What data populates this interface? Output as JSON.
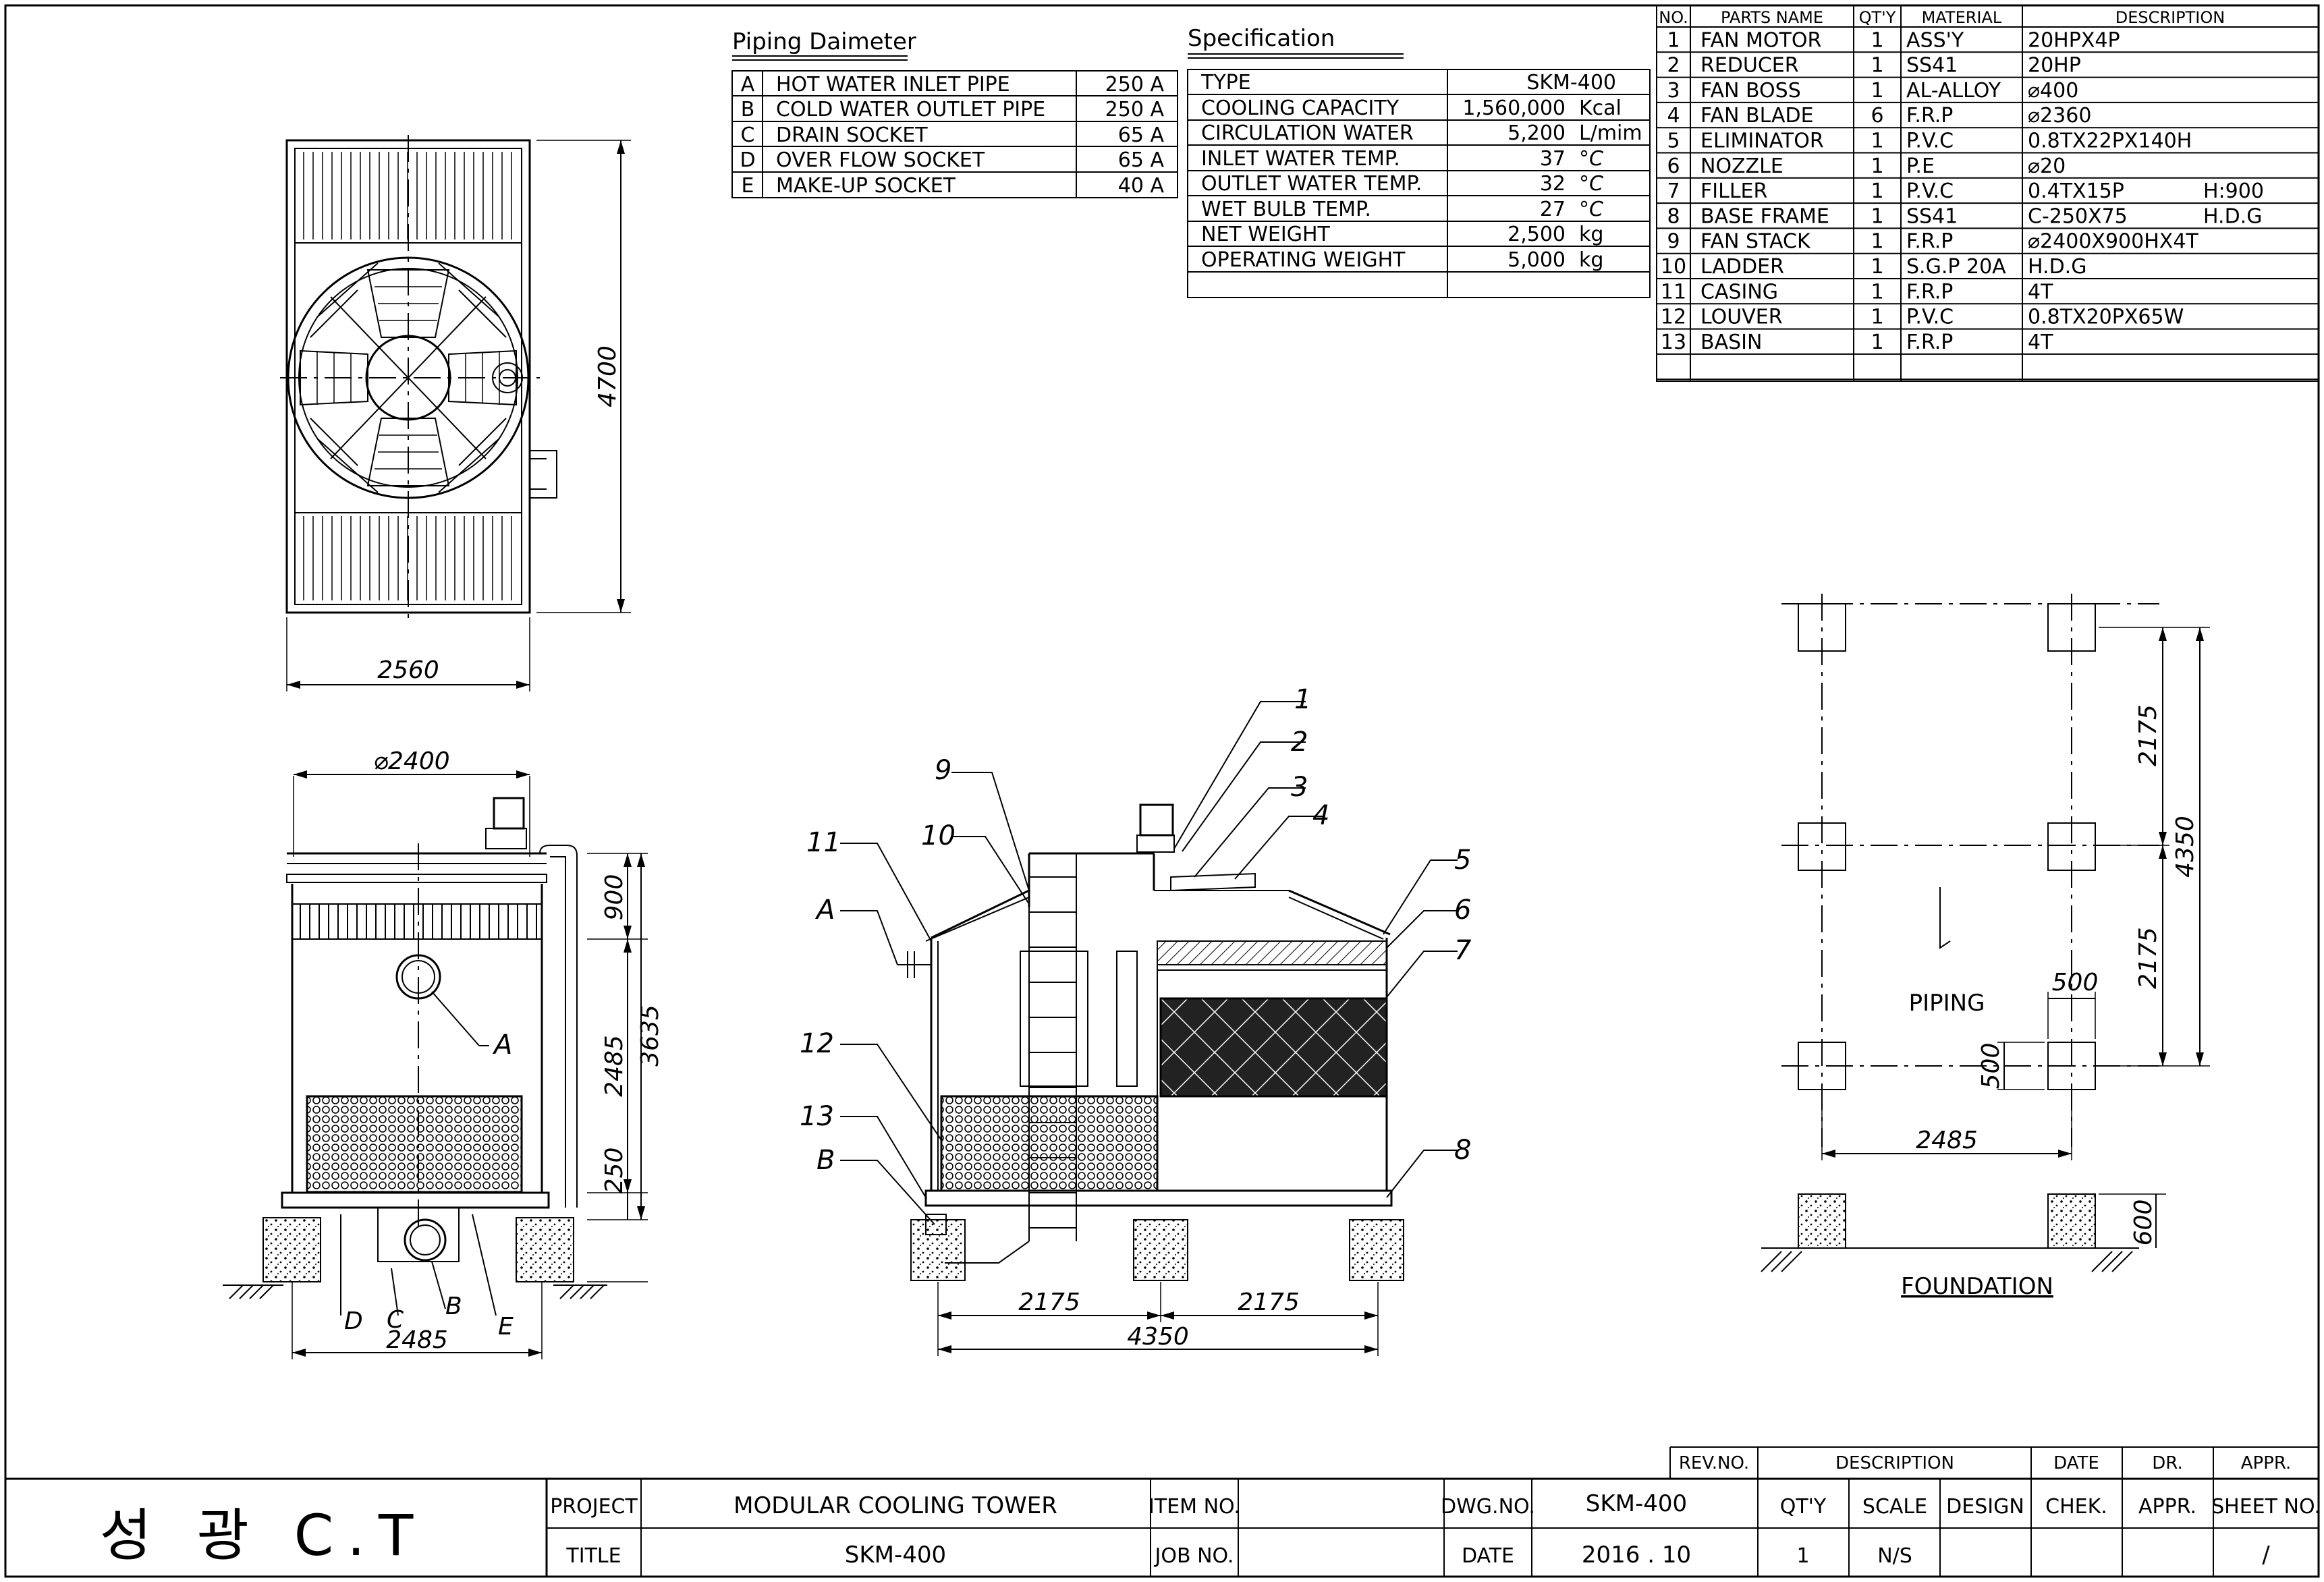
{
  "piping": {
    "title": "Piping Daimeter",
    "rows": [
      {
        "code": "A",
        "name": "HOT WATER INLET PIPE",
        "size": "250 A"
      },
      {
        "code": "B",
        "name": "COLD WATER OUTLET PIPE",
        "size": "250 A"
      },
      {
        "code": "C",
        "name": "DRAIN SOCKET",
        "size": "65 A"
      },
      {
        "code": "D",
        "name": "OVER FLOW SOCKET",
        "size": "65 A"
      },
      {
        "code": "E",
        "name": "MAKE-UP SOCKET",
        "size": "40 A"
      }
    ]
  },
  "spec": {
    "title": "Specification",
    "rows": [
      {
        "label": "TYPE",
        "value": "SKM-400",
        "unit": ""
      },
      {
        "label": "COOLING CAPACITY",
        "value": "1,560,000",
        "unit": "Kcal"
      },
      {
        "label": "CIRCULATION WATER",
        "value": "5,200",
        "unit": "L/mim"
      },
      {
        "label": "INLET WATER TEMP.",
        "value": "37",
        "unit": "°C"
      },
      {
        "label": "OUTLET WATER TEMP.",
        "value": "32",
        "unit": "°C"
      },
      {
        "label": "WET BULB TEMP.",
        "value": "27",
        "unit": "°C"
      },
      {
        "label": "NET WEIGHT",
        "value": "2,500",
        "unit": "kg"
      },
      {
        "label": "OPERATING WEIGHT",
        "value": "5,000",
        "unit": "kg"
      },
      {
        "label": "",
        "value": "",
        "unit": ""
      }
    ]
  },
  "parts": {
    "headers": [
      "NO.",
      "PARTS NAME",
      "QT'Y",
      "MATERIAL",
      "DESCRIPTION"
    ],
    "rows": [
      {
        "no": "1",
        "name": "FAN MOTOR",
        "qty": "1",
        "material": "ASS'Y",
        "desc": "20HPX4P",
        "desc2": ""
      },
      {
        "no": "2",
        "name": "REDUCER",
        "qty": "1",
        "material": "SS41",
        "desc": "20HP",
        "desc2": ""
      },
      {
        "no": "3",
        "name": "FAN BOSS",
        "qty": "1",
        "material": "AL-ALLOY",
        "desc": "⌀400",
        "desc2": ""
      },
      {
        "no": "4",
        "name": "FAN BLADE",
        "qty": "6",
        "material": "F.R.P",
        "desc": "⌀2360",
        "desc2": ""
      },
      {
        "no": "5",
        "name": "ELIMINATOR",
        "qty": "1",
        "material": "P.V.C",
        "desc": "0.8TX22PX140H",
        "desc2": ""
      },
      {
        "no": "6",
        "name": "NOZZLE",
        "qty": "1",
        "material": "P.E",
        "desc": "⌀20",
        "desc2": ""
      },
      {
        "no": "7",
        "name": "FILLER",
        "qty": "1",
        "material": "P.V.C",
        "desc": "0.4TX15P",
        "desc2": "H:900"
      },
      {
        "no": "8",
        "name": "BASE FRAME",
        "qty": "1",
        "material": "SS41",
        "desc": "C-250X75",
        "desc2": "H.D.G"
      },
      {
        "no": "9",
        "name": "FAN STACK",
        "qty": "1",
        "material": "F.R.P",
        "desc": "⌀2400X900HX4T",
        "desc2": ""
      },
      {
        "no": "10",
        "name": "LADDER",
        "qty": "1",
        "material": "S.G.P 20A",
        "desc": "H.D.G",
        "desc2": ""
      },
      {
        "no": "11",
        "name": "CASING",
        "qty": "1",
        "material": "F.R.P",
        "desc": "4T",
        "desc2": ""
      },
      {
        "no": "12",
        "name": "LOUVER",
        "qty": "1",
        "material": "P.V.C",
        "desc": "0.8TX20PX65W",
        "desc2": ""
      },
      {
        "no": "13",
        "name": "BASIN",
        "qty": "1",
        "material": "F.R.P",
        "desc": "4T",
        "desc2": ""
      }
    ]
  },
  "dims": {
    "top_width": "2560",
    "top_height": "4700",
    "front_dia": "⌀2400",
    "front_900": "900",
    "front_2485v": "2485",
    "front_250": "250",
    "front_3635": "3635",
    "front_2485h": "2485",
    "side_2175a": "2175",
    "side_2175b": "2175",
    "side_4350": "4350",
    "fnd_2175a": "2175",
    "fnd_2175b": "2175",
    "fnd_4350": "4350",
    "fnd_500a": "500",
    "fnd_500b": "500",
    "fnd_2485": "2485",
    "fnd_600": "600"
  },
  "labels": {
    "A": "A",
    "B": "B",
    "C": "C",
    "D": "D",
    "E": "E",
    "side_A": "A",
    "side_B": "B",
    "n1": "1",
    "n2": "2",
    "n3": "3",
    "n4": "4",
    "n5": "5",
    "n6": "6",
    "n7": "7",
    "n8": "8",
    "n9": "9",
    "n10": "10",
    "n11": "11",
    "n12": "12",
    "n13": "13",
    "piping": "PIPING",
    "foundation": "FOUNDATION"
  },
  "title_block": {
    "logo": "성 광 C.T",
    "project_label": "PROJECT",
    "project": "MODULAR COOLING TOWER",
    "title_label": "TITLE",
    "title": "SKM-400",
    "item_label": "ITEM NO.",
    "item": "",
    "job_label": "JOB NO.",
    "job": "",
    "dwg_label": "DWG.NO.",
    "dwg": "SKM-400",
    "date_label": "DATE",
    "date": "2016 . 10",
    "rev_label": "REV.NO.",
    "description_label": "DESCRIPTION",
    "rev_date_label": "DATE",
    "dr_label": "DR.",
    "appr_label": "APPR.",
    "qty_label": "QT'Y",
    "scale_label": "SCALE",
    "design_label": "DESIGN",
    "chek_label": "CHEK.",
    "appr2_label": "APPR.",
    "sheet_label": "SHEET NO.",
    "qty": "1",
    "scale": "N/S",
    "sheet": "/"
  }
}
